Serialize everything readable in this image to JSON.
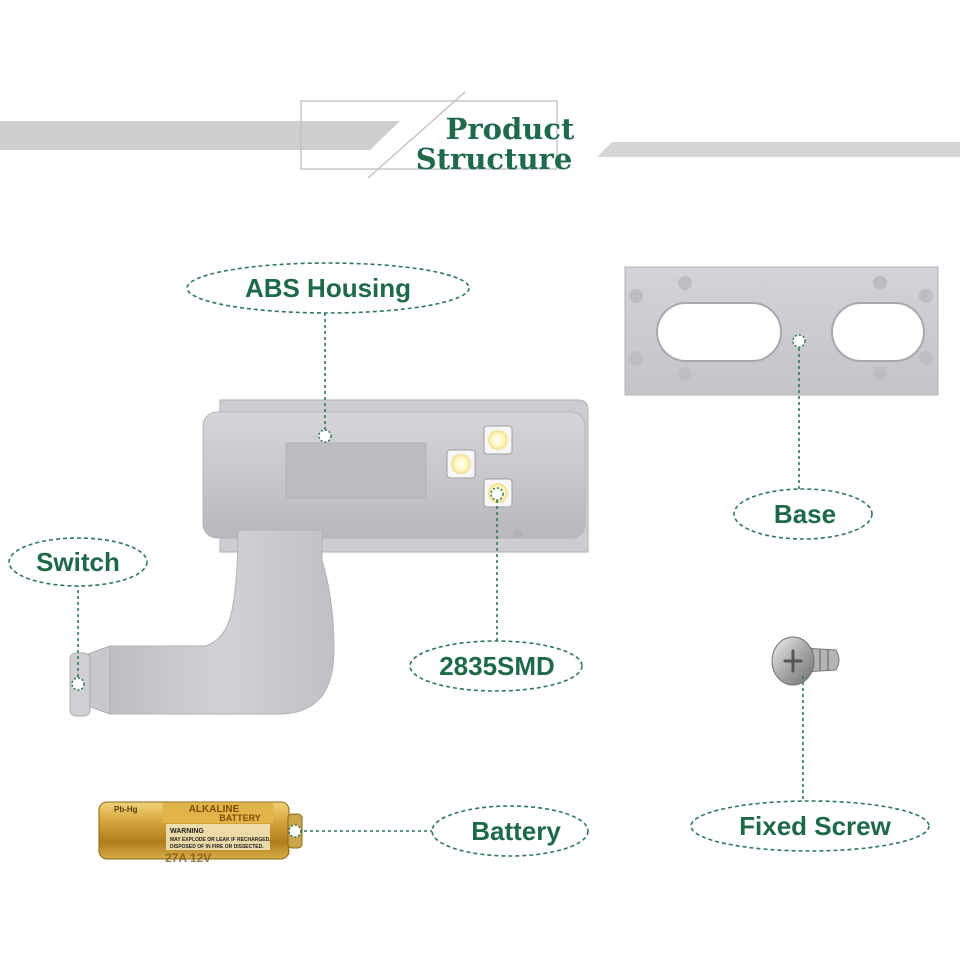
{
  "header": {
    "title_line1": "Product",
    "title_line2": "Structure"
  },
  "callouts": {
    "abs_housing": "ABS Housing",
    "base": "Base",
    "switch": "Switch",
    "smd": "2835SMD",
    "battery": "Battery",
    "fixed_screw": "Fixed Screw"
  },
  "battery_print": {
    "brand": "ALKALINE",
    "type": "BATTERY",
    "hg": "Pb-Hg",
    "warning_title": "WARNING",
    "warning_line1": "MAY EXPLODE OR LEAK IF RECHARGED,",
    "warning_line2": "DISPOSED OF IN FIRE OR DISSECTED.",
    "voltage": "27A 12V"
  },
  "colors": {
    "accent_green": "#1f6a4a",
    "product_grey": "#c9c9cd",
    "battery_gold": "#c99a2e",
    "led_yellow": "#fff7c2"
  }
}
